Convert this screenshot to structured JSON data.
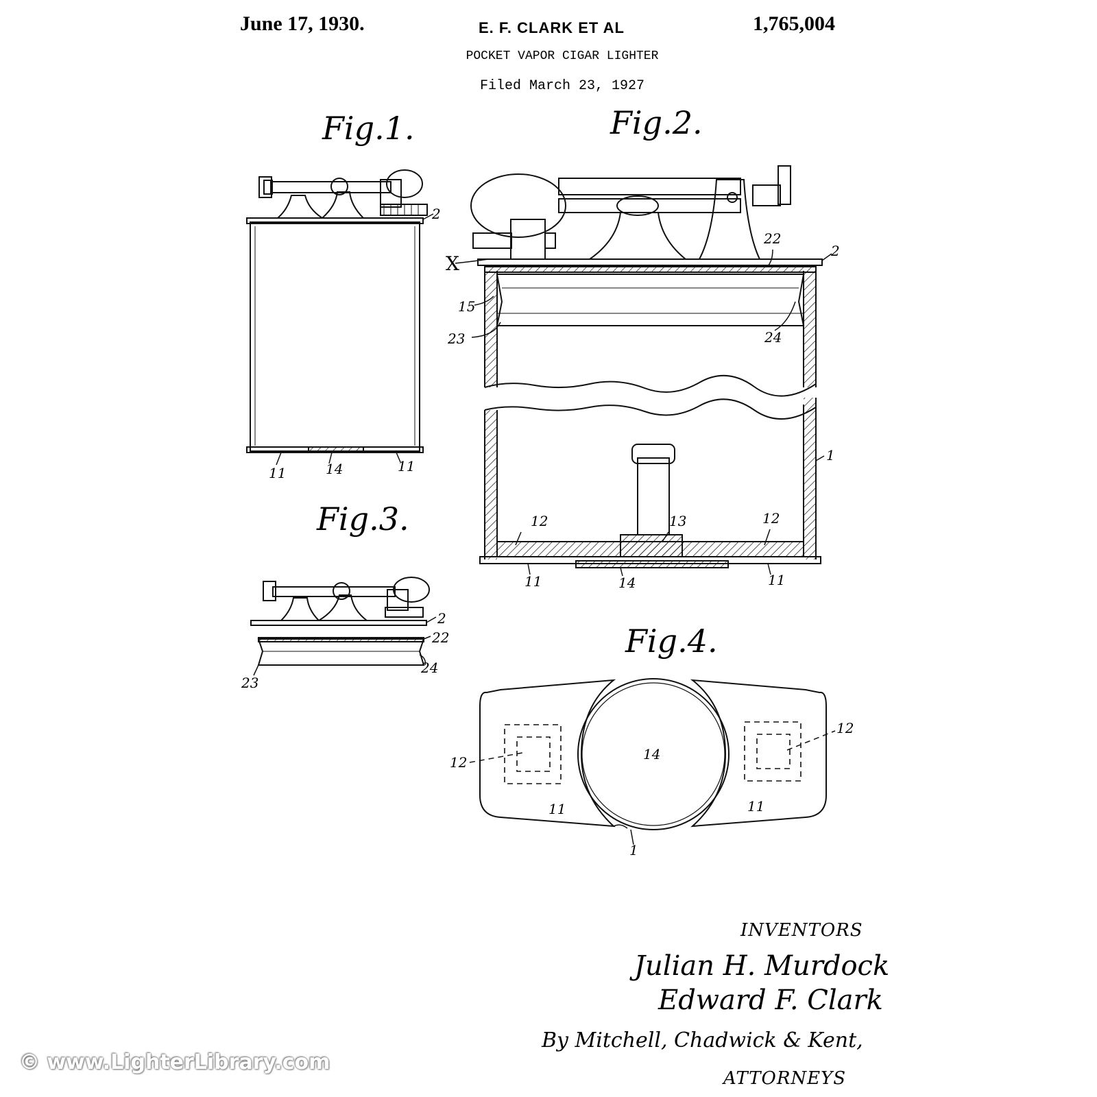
{
  "header": {
    "date": "June 17, 1930.",
    "inventor_line": "E. F. CLARK ET AL",
    "patent_number": "1,765,004",
    "title": "POCKET VAPOR CIGAR LIGHTER",
    "filed": "Filed March 23, 1927"
  },
  "figures": {
    "fig1": {
      "title": "Fig.1.",
      "labels": {
        "l2": "2",
        "l11a": "11",
        "l14": "14",
        "l11b": "11"
      }
    },
    "fig2": {
      "title": "Fig.2.",
      "labels": {
        "x": "X",
        "l2": "2",
        "l22": "22",
        "l15": "15",
        "l23": "23",
        "l24": "24",
        "l1": "1",
        "l12a": "12",
        "l13": "13",
        "l12b": "12",
        "l11a": "11",
        "l14": "14",
        "l11b": "11"
      }
    },
    "fig3": {
      "title": "Fig.3.",
      "labels": {
        "l2": "2",
        "l22": "22",
        "l24": "24",
        "l23": "23"
      }
    },
    "fig4": {
      "title": "Fig.4.",
      "labels": {
        "l12a": "12",
        "l12b": "12",
        "l14": "14",
        "l11a": "11",
        "l11b": "11",
        "l1": "1"
      }
    }
  },
  "signature": {
    "inventors_label": "INVENTORS",
    "inventor1": "Julian H. Murdock",
    "inventor2": "Edward F. Clark",
    "by_line": "By Mitchell, Chadwick & Kent,",
    "attorneys_label": "ATTORNEYS"
  },
  "watermark": "© www.LighterLibrary.com"
}
